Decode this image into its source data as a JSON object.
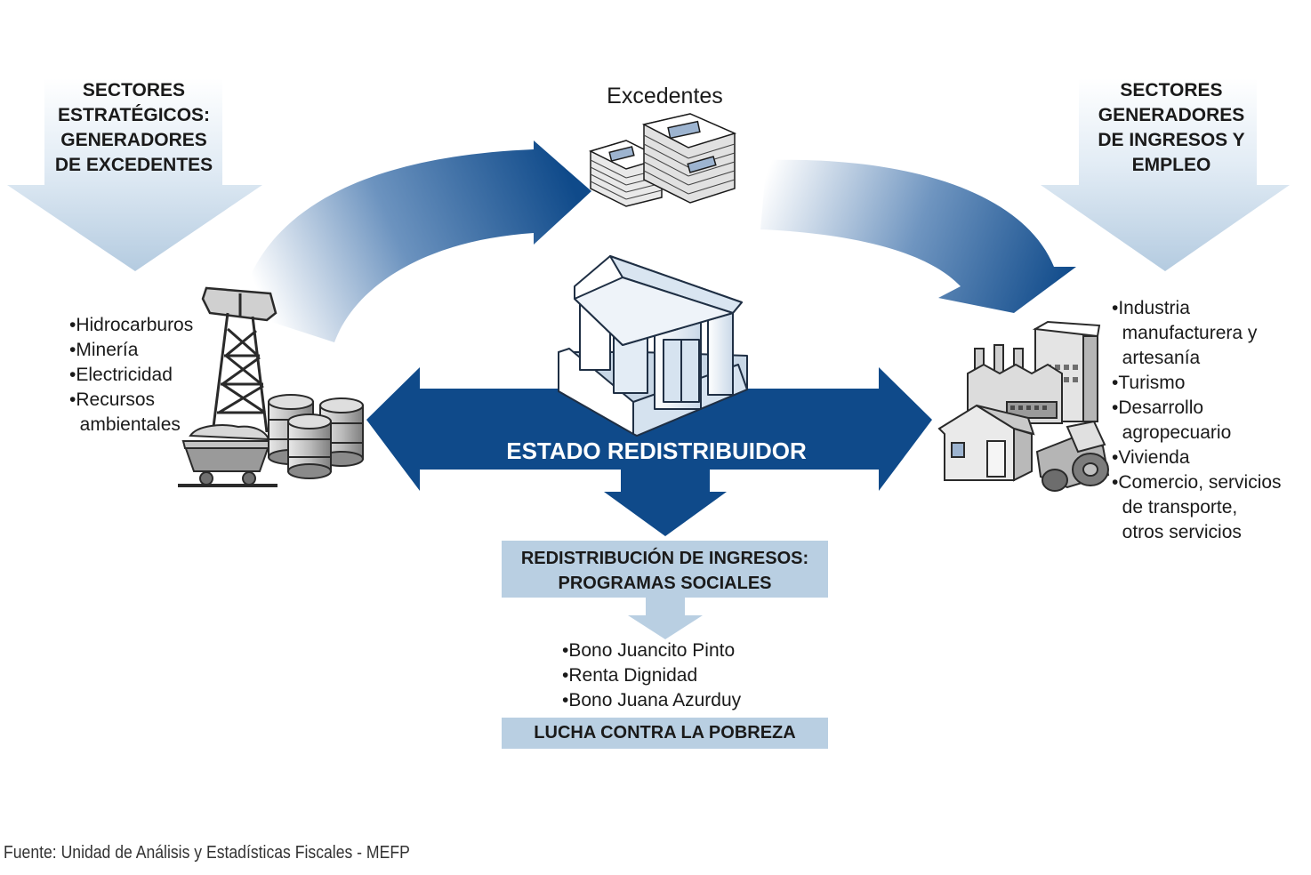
{
  "left_header": [
    "SECTORES",
    "ESTRATÉGICOS:",
    "GENERADORES",
    "DE EXCEDENTES"
  ],
  "right_header": [
    "SECTORES",
    "GENERADORES",
    "DE INGRESOS Y",
    "EMPLEO"
  ],
  "top_label": "Excedentes",
  "center_label": "ESTADO REDISTRIBUIDOR",
  "left_list": [
    "•Hidrocarburos",
    "•Minería",
    "•Electricidad",
    "•Recursos",
    "  ambientales"
  ],
  "right_list": [
    "•Industria",
    "  manufacturera y",
    "  artesanía",
    "•Turismo",
    "•Desarrollo",
    "  agropecuario",
    "•Vivienda",
    "•Comercio, servicios",
    "  de transporte,",
    "  otros servicios"
  ],
  "redistribution_box": [
    "REDISTRIBUCIÓN DE INGRESOS:",
    "PROGRAMAS SOCIALES"
  ],
  "programs_list": [
    "•Bono Juancito Pinto",
    "•Renta Dignidad",
    "•Bono Juana Azurduy"
  ],
  "poverty_box": "LUCHA CONTRA LA POBREZA",
  "source": "Fuente: Unidad de Análisis y Estadísticas Fiscales - MEFP",
  "colors": {
    "dark_blue": "#0f4a8a",
    "light_blue": "#b9cfe2",
    "pale_blue": "#dde8f2"
  },
  "icons": [
    "oil-derrick-icon",
    "barrels-icon",
    "mine-cart-icon",
    "money-stack-icon",
    "government-building-icon",
    "factory-icon",
    "house-icon",
    "tractor-icon"
  ]
}
